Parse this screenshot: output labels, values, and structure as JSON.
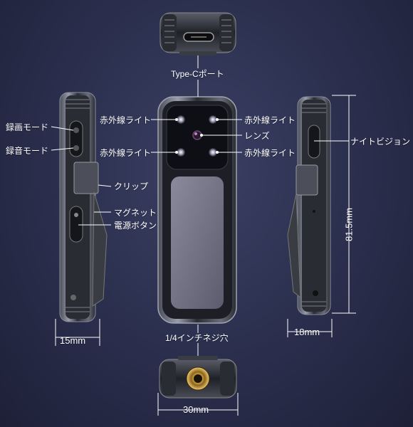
{
  "colors": {
    "background": "#2a2e4c",
    "device_body": "#1e1f26",
    "device_frame": "#8e93a3",
    "back_panel": "#6e6e80",
    "lens_ring": "#b8860b",
    "label_text": "#ffffff"
  },
  "labels": {
    "type_c_port": "Type-Cポート",
    "ir_light_top_left": "赤外線ライト",
    "ir_light_top_right": "赤外線ライト",
    "ir_light_bottom_left": "赤外線ライト",
    "ir_light_bottom_right": "赤外線ライト",
    "lens": "レンズ",
    "night_vision": "ナイトビジョン",
    "record_video_mode": "録画モード",
    "record_audio_mode": "録音モード",
    "clip": "クリップ",
    "magnet": "マグネット",
    "power_button": "電源ボタン",
    "tripod_hole": "1/4インチネジ穴"
  },
  "dimensions": {
    "side_width": "15mm",
    "depth": "18mm",
    "height": "81.5mm",
    "bottom_width": "30mm"
  }
}
